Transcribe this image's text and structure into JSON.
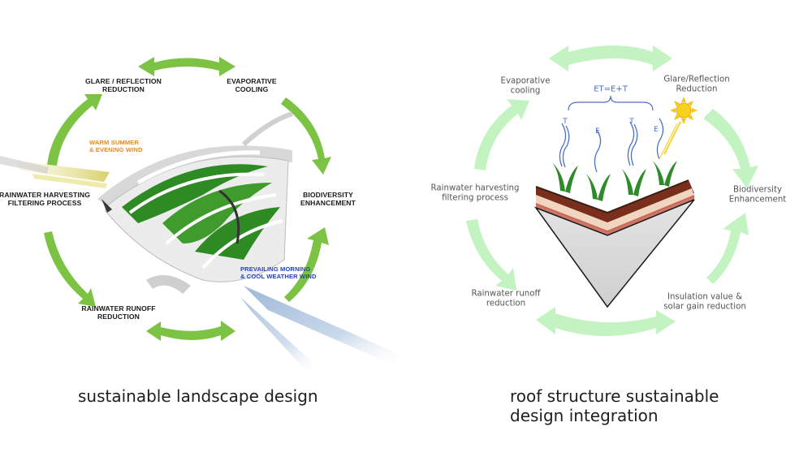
{
  "left_diagram": {
    "caption": "sustainable landscape design",
    "labels": {
      "glare": "GLARE / REFLECTION\nREDUCTION",
      "evaporative": "EVAPORATIVE\nCOOLING",
      "rainwater_harvesting": "RAINWATER HARVESTING\nFILTERING PROCESS",
      "biodiversity": "BIODIVERSITY\nENHANCEMENT",
      "runoff": "RAINWATER RUNOFF\nREDUCTION",
      "warm_wind": "WARM SUMMER\n& EVENING WIND",
      "cool_wind": "PREVAILING MORNING\n& COOL WEATHER WIND"
    },
    "colors": {
      "arrow": "#7cc243",
      "warm_wind": "#e88a1a",
      "cool_wind": "#2340c8"
    }
  },
  "right_diagram": {
    "caption": "roof structure sustainable\ndesign integration",
    "labels": {
      "evaporative": "Evaporative\ncooling",
      "glare": "Glare/Reflection\nReduction",
      "biodiversity": "Biodiversity\nEnhancement",
      "insulation": "Insulation value &\nsolar gain reduction",
      "runoff": "Rainwater runoff\nreduction",
      "rainwater_harvesting": "Rainwater harvesting\nfiltering process"
    },
    "et_formula": "ET=E+T",
    "et_markers": [
      "T",
      "E",
      "T",
      "E"
    ],
    "colors": {
      "arrow": "#c4f3c2",
      "text": "#555555",
      "et": "#4a70c8"
    }
  }
}
